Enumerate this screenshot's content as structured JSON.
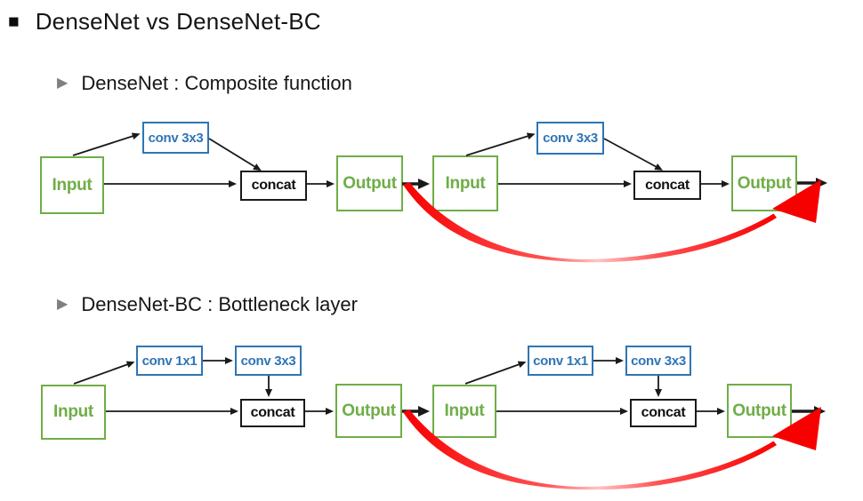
{
  "title": {
    "bullet": "■",
    "text": "DenseNet vs DenseNet-BC"
  },
  "sections": [
    {
      "bullet": "▶",
      "heading": "DenseNet : Composite function"
    },
    {
      "bullet": "▶",
      "heading": "DenseNet-BC : Bottleneck layer"
    }
  ],
  "diagram1": {
    "left_unit": {
      "input": "Input",
      "conv": "conv 3x3",
      "concat": "concat",
      "output": "Output"
    },
    "right_unit": {
      "input": "Input",
      "conv": "conv 3x3",
      "concat": "concat",
      "output": "Output"
    }
  },
  "diagram2": {
    "left_unit": {
      "input": "Input",
      "conv1": "conv 1x1",
      "conv2": "conv 3x3",
      "concat": "concat",
      "output": "Output"
    },
    "right_unit": {
      "input": "Input",
      "conv1": "conv 1x1",
      "conv2": "conv 3x3",
      "concat": "concat",
      "output": "Output"
    }
  },
  "colors": {
    "green": "#70AD47",
    "blue": "#2E75B6",
    "red": "#F70000",
    "arrow_black": "#1A1A1A",
    "bullet_gray": "#808080"
  }
}
